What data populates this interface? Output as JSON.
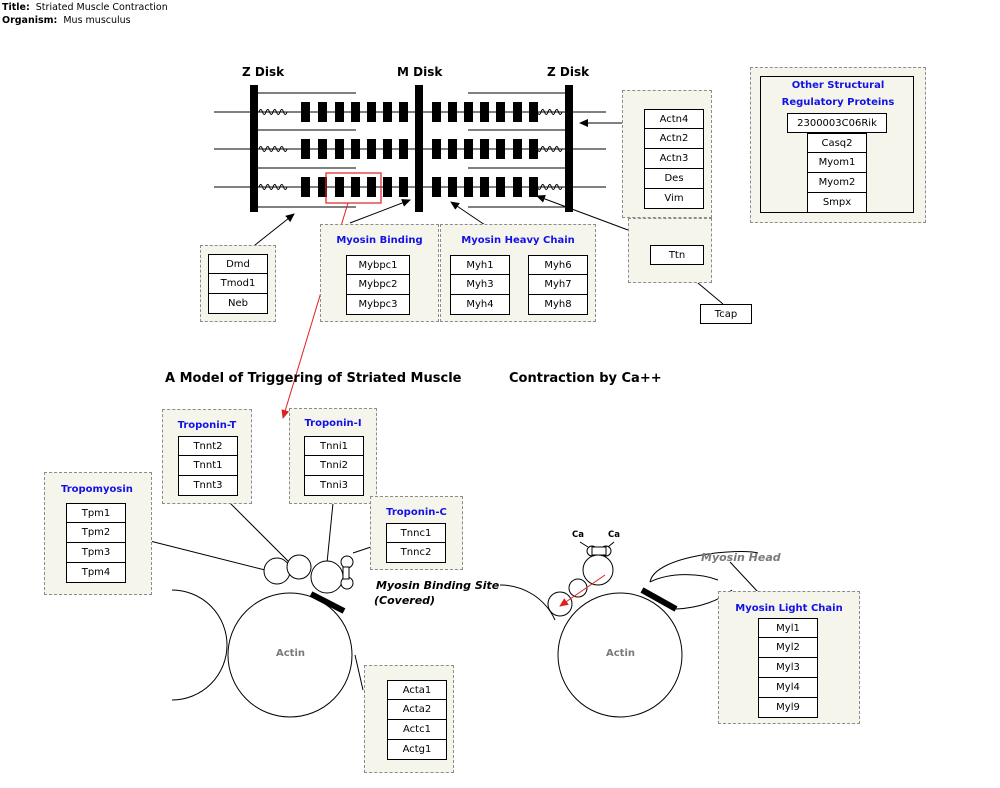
{
  "meta": {
    "title_label": "Title:",
    "title": "Striated Muscle Contraction",
    "organism_label": "Organism:",
    "organism": "Mus musculus"
  },
  "sarcomere": {
    "z_disk_left": "Z Disk",
    "m_disk": "M Disk",
    "z_disk_right": "Z Disk"
  },
  "section_title": {
    "part1": "A Model of Triggering of Striated Muscle",
    "part2": "Contraction by Ca++"
  },
  "labels": {
    "actin_left": "Actin",
    "actin_right": "Actin",
    "myosin_binding_site_1": "Myosin Binding Site",
    "myosin_binding_site_2": "(Covered)",
    "myosin_head": "Myosin Head",
    "ca_1": "Ca",
    "ca_2": "Ca"
  },
  "groups": {
    "z_disk_proteins": {
      "genes": [
        "Dmd",
        "Tmod1",
        "Neb"
      ]
    },
    "myosin_binding": {
      "title": "Myosin Binding",
      "genes": [
        "Mybpc1",
        "Mybpc2",
        "Mybpc3"
      ]
    },
    "myosin_heavy_chain": {
      "title": "Myosin Heavy Chain",
      "genes_left": [
        "Myh1",
        "Myh3",
        "Myh4"
      ],
      "genes_right": [
        "Myh6",
        "Myh7",
        "Myh8"
      ]
    },
    "actinin_group": {
      "genes": [
        "Actn4",
        "Actn2",
        "Actn3",
        "Des",
        "Vim"
      ]
    },
    "titin_group": {
      "genes": [
        "Ttn"
      ]
    },
    "tcap": {
      "gene": "Tcap"
    },
    "other_structural": {
      "title_1": "Other Structural",
      "title_2": "Regulatory Proteins",
      "genes": [
        "2300003C06Rik",
        "Casq2",
        "Myom1",
        "Myom2",
        "Smpx"
      ]
    },
    "troponin_t": {
      "title": "Troponin-T",
      "genes": [
        "Tnnt2",
        "Tnnt1",
        "Tnnt3"
      ]
    },
    "troponin_i": {
      "title": "Troponin-I",
      "genes": [
        "Tnni1",
        "Tnni2",
        "Tnni3"
      ]
    },
    "troponin_c": {
      "title": "Troponin-C",
      "genes": [
        "Tnnc1",
        "Tnnc2"
      ]
    },
    "tropomyosin": {
      "title": "Tropomyosin",
      "genes": [
        "Tpm1",
        "Tpm2",
        "Tpm3",
        "Tpm4"
      ]
    },
    "actin_group": {
      "genes": [
        "Acta1",
        "Acta2",
        "Actc1",
        "Actg1"
      ]
    },
    "myosin_light_chain": {
      "title": "Myosin Light Chain",
      "genes": [
        "Myl1",
        "Myl2",
        "Myl3",
        "Myl4",
        "Myl9"
      ]
    }
  },
  "colors": {
    "group_title": "#1212e6",
    "highlight": "#e02020",
    "group_fill": "#f6f5ec",
    "muted_label": "#7a7a7a"
  }
}
